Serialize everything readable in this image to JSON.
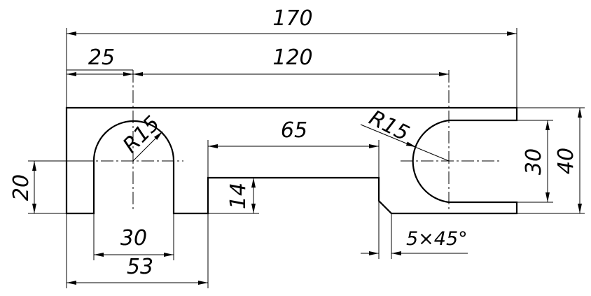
{
  "drawing": {
    "dimensions": {
      "overall_length": "170",
      "slot_offset": "25",
      "slot_spacing": "120",
      "recess_length": "65",
      "left_radius": "R15",
      "right_radius": "R15",
      "right_slot_width": "30",
      "overall_height": "40",
      "lower_height": "20",
      "recess_depth": "14",
      "left_slot_width": "30",
      "left_section_length": "53",
      "chamfer": "5×45°"
    }
  }
}
